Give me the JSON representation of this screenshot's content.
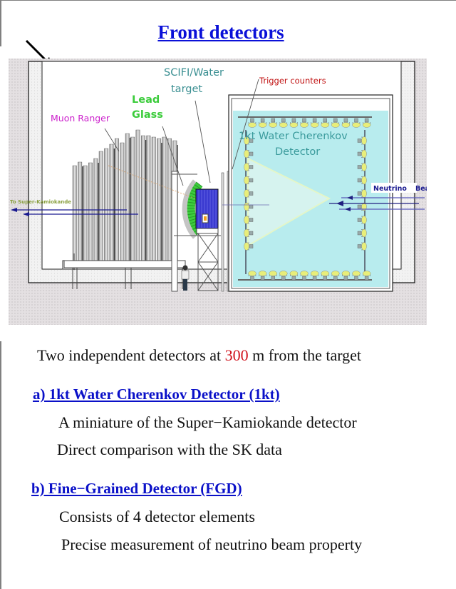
{
  "slide": {
    "title": "Front detectors",
    "intro": {
      "before": "Two independent detectors at ",
      "highlight": "300",
      "after": " m from the target"
    },
    "sections": [
      {
        "heading": "a) 1kt Water Cherenkov Detector (1kt)",
        "points": [
          "A miniature of the Super−Kamiokande detector",
          "Direct comparison with the SK data"
        ]
      },
      {
        "heading": "b) Fine−Grained Detector (FGD)",
        "points": [
          "Consists of 4 detector elements",
          "Precise measurement of neutrino beam property"
        ]
      }
    ]
  },
  "figure": {
    "labels": {
      "scifi": [
        "SCIFI/Water",
        "target"
      ],
      "lead_glass": [
        "Lead",
        "Glass"
      ],
      "muon_ranger": "Muon Ranger",
      "trigger": "Trigger counters",
      "cherenkov": [
        "1kt Water Cherenkov",
        "Detector"
      ],
      "neutrino_beam": [
        "Neutrino",
        "Beam"
      ],
      "to_sk": "To Super-Kamiokande"
    },
    "colors": {
      "scifi": "#3a8f92",
      "lead_glass": "#3ccc3c",
      "muon_ranger": "#cc22cc",
      "trigger": "#c01010",
      "cherenkov": "#3a9a9c",
      "beam": "#1a1a90",
      "to_sk": "#8aa040",
      "water": "#b8ecee",
      "fgd_block": "#3a3ad0"
    }
  }
}
